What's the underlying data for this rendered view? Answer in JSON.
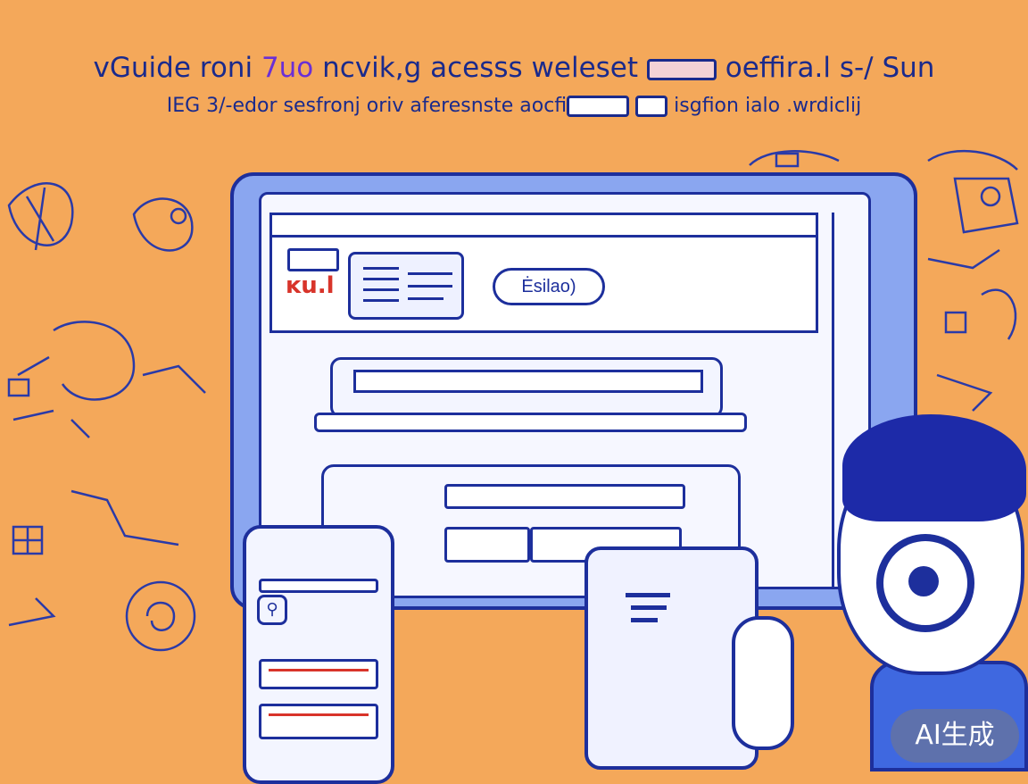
{
  "headline": {
    "part1": "vGuide roni ",
    "highlight": "7uo",
    "part2": " ncvik,g acesss weleset",
    "part3": " oeffira.l s-",
    "part4": "/ Sun"
  },
  "subline": {
    "part1": "IEG 3/-edor sesfronj oriv aferesnste aocfi",
    "part2": " isgfion ialo .wrdicl",
    "part3": "ij"
  },
  "screen": {
    "edit_button": "Ėsilao)",
    "logo_mark": "ĸu.l"
  },
  "watermark": "AI生成",
  "colors": {
    "background": "#f4a85a",
    "ink": "#1d2f9c",
    "monitor": "#8aa6f0",
    "accent_red": "#d8342a",
    "hair": "#1d2aa8"
  },
  "icons": [
    "document-icon",
    "magnifier-icon",
    "phone-icon",
    "tablet-icon"
  ]
}
